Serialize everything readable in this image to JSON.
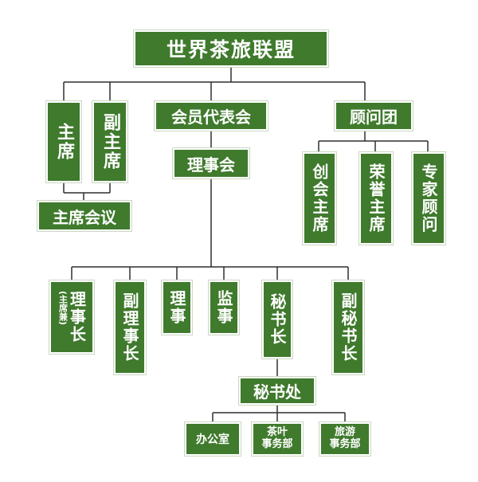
{
  "org": {
    "top": "世界茶旅联盟",
    "chairman": "主席",
    "vice_chairman": "副主席",
    "chair_meeting": "主席会议",
    "members_assembly": "会员代表会",
    "advisory": "顾问团",
    "council": "理事会",
    "founding_chair": "创会主席",
    "honorary_chair": "荣誉主席",
    "expert_advisor": "专家顾问",
    "council_chair": "理事长",
    "council_chair_note_open": "(",
    "council_chair_note": "主席兼",
    "council_chair_note_close": ")",
    "vice_council_chair": "副理事长",
    "director": "理事",
    "supervisor": "监事",
    "secretary_general": "秘书长",
    "vice_secretary_general": "副秘书长",
    "secretariat": "秘书处",
    "office": "办公室",
    "tea_dept_line1": "茶叶",
    "tea_dept_line2": "事务部",
    "travel_dept_line1": "旅游",
    "travel_dept_line2": "事务部"
  },
  "colors": {
    "box": "#3f7a2d",
    "text": "#ffffff",
    "line": "#2f2f2f"
  }
}
